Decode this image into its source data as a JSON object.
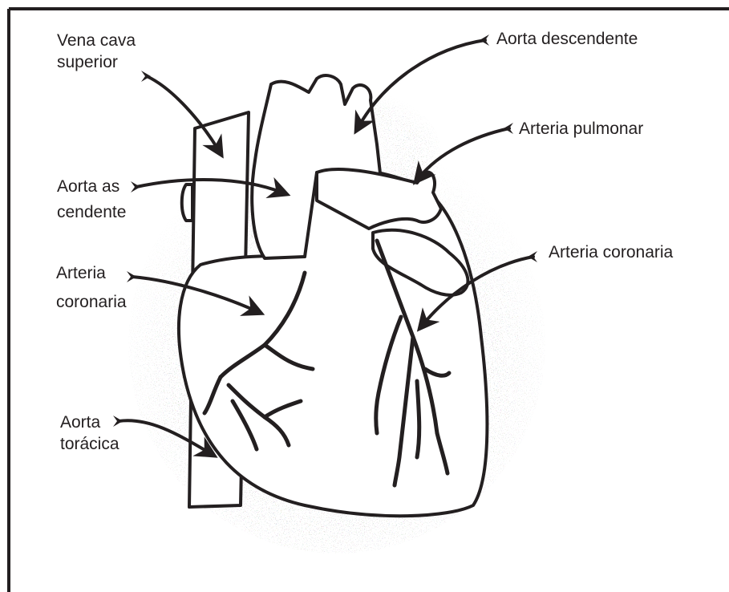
{
  "labels": {
    "vena_cava_line1": "Vena cava",
    "vena_cava_line2": "superior",
    "aorta_descendente": "Aorta descendente",
    "arteria_pulmonar": "Arteria pulmonar",
    "aorta_ascendente_line1": "Aorta as",
    "aorta_ascendente_line2": "cendente",
    "arteria_coronaria_left_line1": "Arteria",
    "arteria_coronaria_left_line2": "coronaria",
    "arteria_coronaria_right": "Arteria coronaria",
    "aorta_toracica_line1": "Aorta",
    "aorta_toracica_line2": "torácica"
  },
  "colors": {
    "ink": "#231f20",
    "background": "#ffffff",
    "frame": "#231f20"
  }
}
